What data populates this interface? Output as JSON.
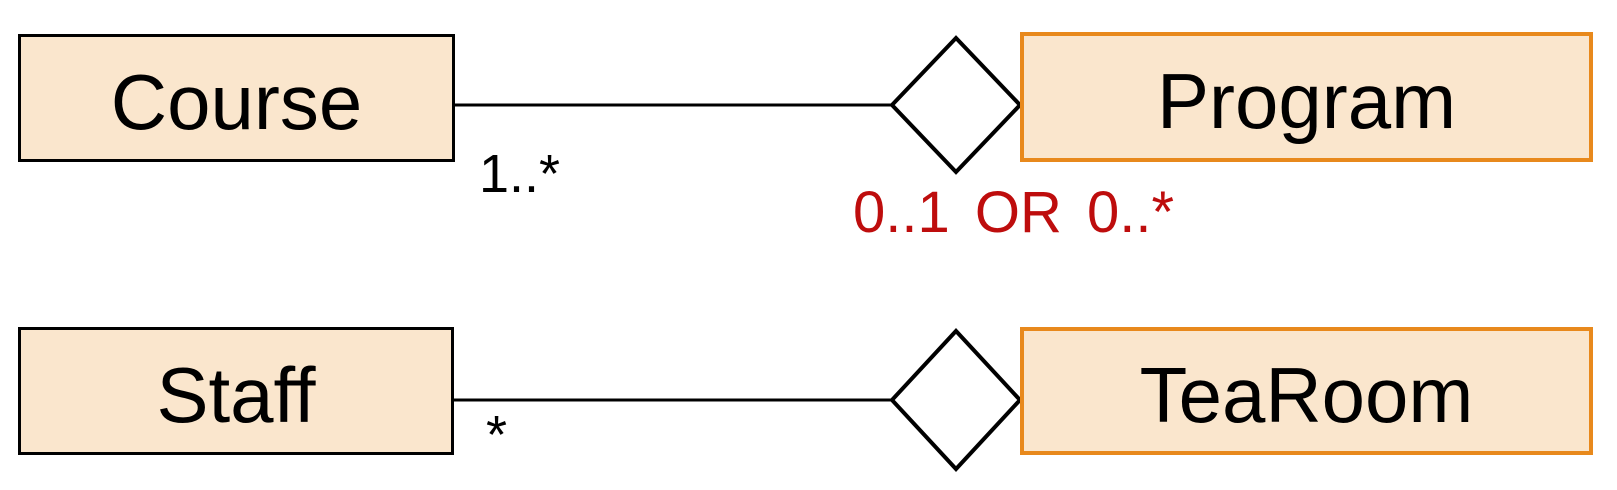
{
  "colors": {
    "bg": "#ffffff",
    "ink": "#000000",
    "boxFill": "#fae6cd",
    "orange": "#e8891c",
    "red": "#be0d0d"
  },
  "entities": [
    {
      "label": "Course",
      "border": "black"
    },
    {
      "label": "Program",
      "border": "orange"
    },
    {
      "label": "Staff",
      "border": "black"
    },
    {
      "label": "TeaRoom",
      "border": "orange"
    }
  ],
  "relationships": [
    {
      "type": "aggregation",
      "part": "Course",
      "whole": "Program",
      "part_multiplicity": "1..*",
      "whole_multiplicity": "0..1 OR 0..*"
    },
    {
      "type": "aggregation",
      "part": "Staff",
      "whole": "TeaRoom",
      "part_multiplicity": "*",
      "whole_multiplicity": ""
    }
  ]
}
